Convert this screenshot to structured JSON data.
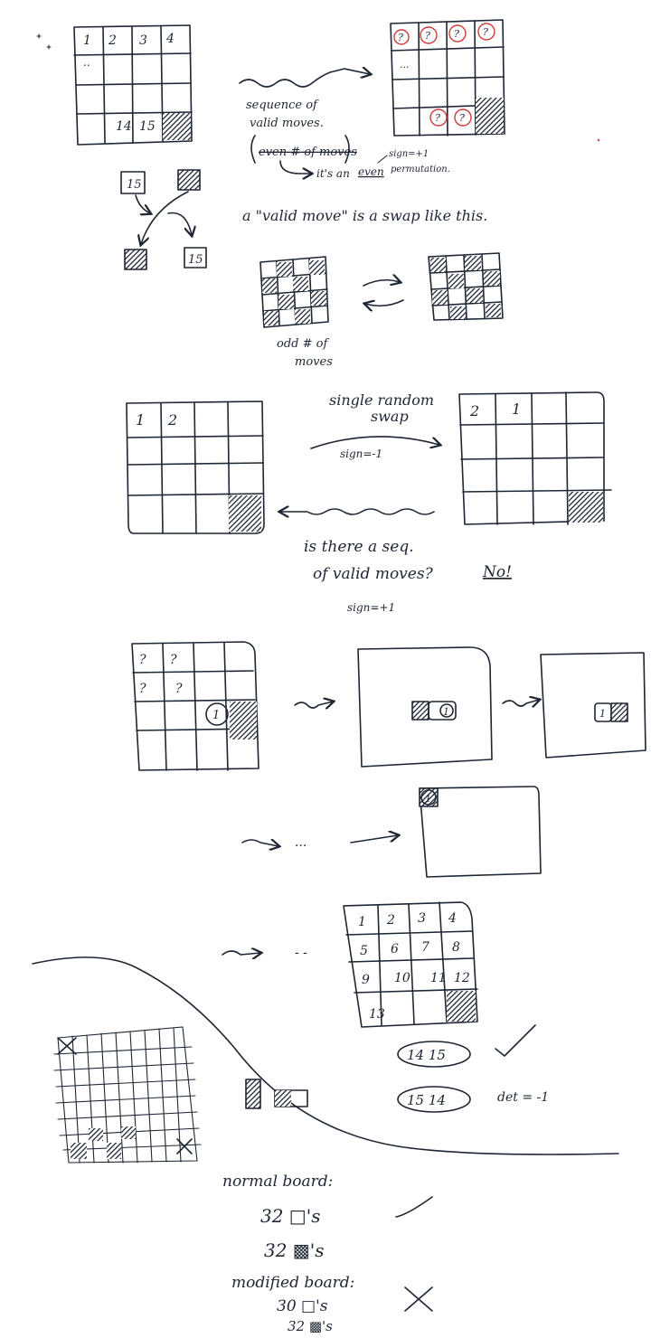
{
  "colors": {
    "ink": "#1e2533",
    "red": "#d03b3b",
    "paper": "#ffffff"
  },
  "icons": [
    "pan-handle-icon"
  ],
  "section1": {
    "grid_top": [
      "1",
      "2",
      "3",
      "4"
    ],
    "grid_ellipsis": "..",
    "grid_bottom": [
      "14",
      "15"
    ],
    "arrow_label_1": "sequence of",
    "arrow_label_2": "valid moves.",
    "boxed_label": "even # of moves",
    "result_label": "it's an",
    "result_even": "even",
    "result_perm": "permutation.",
    "sign_note": "sign=+1",
    "right_question": "?",
    "right_ellipsis": "...",
    "swap_tile": "15",
    "valid_move_def": "a \"valid move\" is a swap like this.",
    "checker_note_1": "odd # of",
    "checker_note_2": "moves"
  },
  "section2": {
    "grid_labels": [
      "1",
      "2"
    ],
    "swapped_labels": [
      "2",
      "1"
    ],
    "swap_title_1": "single random",
    "swap_title_2": "swap",
    "swap_sign": "sign=-1",
    "question_1": "is there a seq.",
    "question_2": "of valid moves?",
    "answer": "No!",
    "question_sign": "sign=+1"
  },
  "section3": {
    "q_marks": [
      "?",
      "?",
      "?",
      "?"
    ],
    "circled_one": "1",
    "ellipsis": "...",
    "ellipsis2": "- -"
  },
  "section4": {
    "grid": [
      "1",
      "2",
      "3",
      "4",
      "5",
      "6",
      "7",
      "8",
      "9",
      "10",
      "11",
      "12",
      "13"
    ],
    "oval_1": "14  15",
    "oval_2": "15  14",
    "det_note": "det = -1"
  },
  "section5": {
    "normal_title": "normal board:",
    "normal_white": "32 □'s",
    "normal_black": "32 ▩'s",
    "modified_title": "modified board:",
    "modified_white": "30 □'s",
    "modified_black": "32 ▩'s"
  }
}
